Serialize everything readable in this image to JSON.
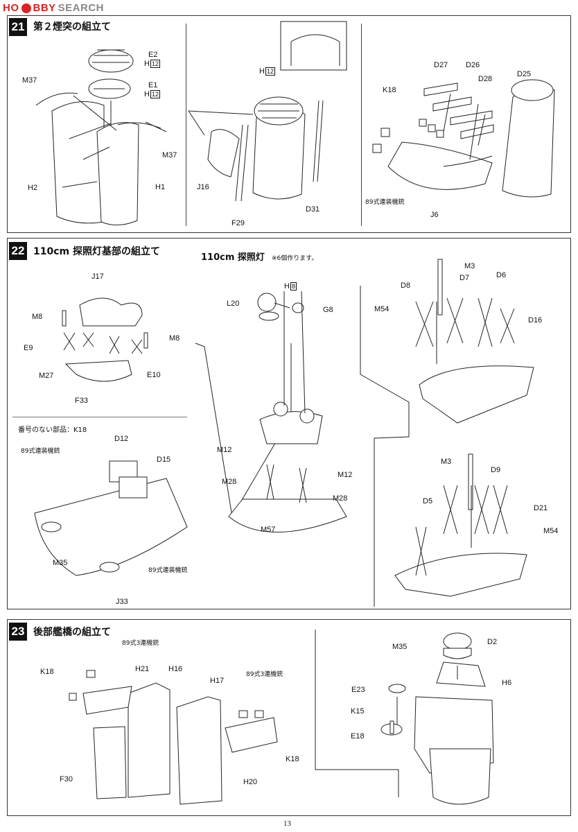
{
  "watermark": {
    "brand_a": "HO",
    "brand_b": "BBY",
    "brand_c": "SEARCH"
  },
  "page_number": "13",
  "steps": [
    {
      "number": "21",
      "title": "第２煙突の組立て",
      "labels": {
        "e2": "E2",
        "h12a": "H",
        "h12a_box": "12",
        "e1": "E1",
        "h12b": "H",
        "h12b_box": "12",
        "m37a": "M37",
        "m37b": "M37",
        "h2": "H2",
        "h1": "H1",
        "h12c": "H",
        "h12c_box": "12",
        "j16": "J16",
        "f29": "F29",
        "d31": "D31",
        "d27": "D27",
        "d26": "D26",
        "d28": "D28",
        "d25": "D25",
        "k18": "K18",
        "gun89": "89式連装機銃",
        "j6": "J6"
      }
    },
    {
      "number": "22",
      "title": "110cm 探照灯基部の組立て",
      "subtitle": "110cm 探照灯",
      "subnote": "※6個作ります。",
      "unnumbered_label": "番号のない部品：K18",
      "labels": {
        "j17": "J17",
        "m8a": "M8",
        "m8b": "M8",
        "e9": "E9",
        "m27": "M27",
        "e10": "E10",
        "f33": "F33",
        "h8": "H",
        "h8_box": "8",
        "l20": "L20",
        "g8": "G8",
        "m3a": "M3",
        "d8": "D8",
        "d7": "D7",
        "d6": "D6",
        "m54a": "M54",
        "d16": "D16",
        "gun89a": "89式連装機銃",
        "d12": "D12",
        "d15": "D15",
        "m35": "M35",
        "gun89b": "89式連装機銃",
        "j33": "J33",
        "m12a": "M12",
        "m12b": "M12",
        "m28a": "M28",
        "m28b": "M28",
        "m57": "M57",
        "m3b": "M3",
        "d9": "D9",
        "d5": "D5",
        "d21": "D21",
        "m54b": "M54"
      }
    },
    {
      "number": "23",
      "title": "後部艦橋の組立て",
      "labels": {
        "gun3a": "89式3連機銃",
        "k18a": "K18",
        "h21": "H21",
        "h16": "H16",
        "h17": "H17",
        "gun3b": "89式3連機銃",
        "f30": "F30",
        "h20": "H20",
        "k18b": "K18",
        "m35": "M35",
        "d2": "D2",
        "h6": "H6",
        "e23": "E23",
        "k15": "K15",
        "e18": "E18"
      }
    }
  ]
}
